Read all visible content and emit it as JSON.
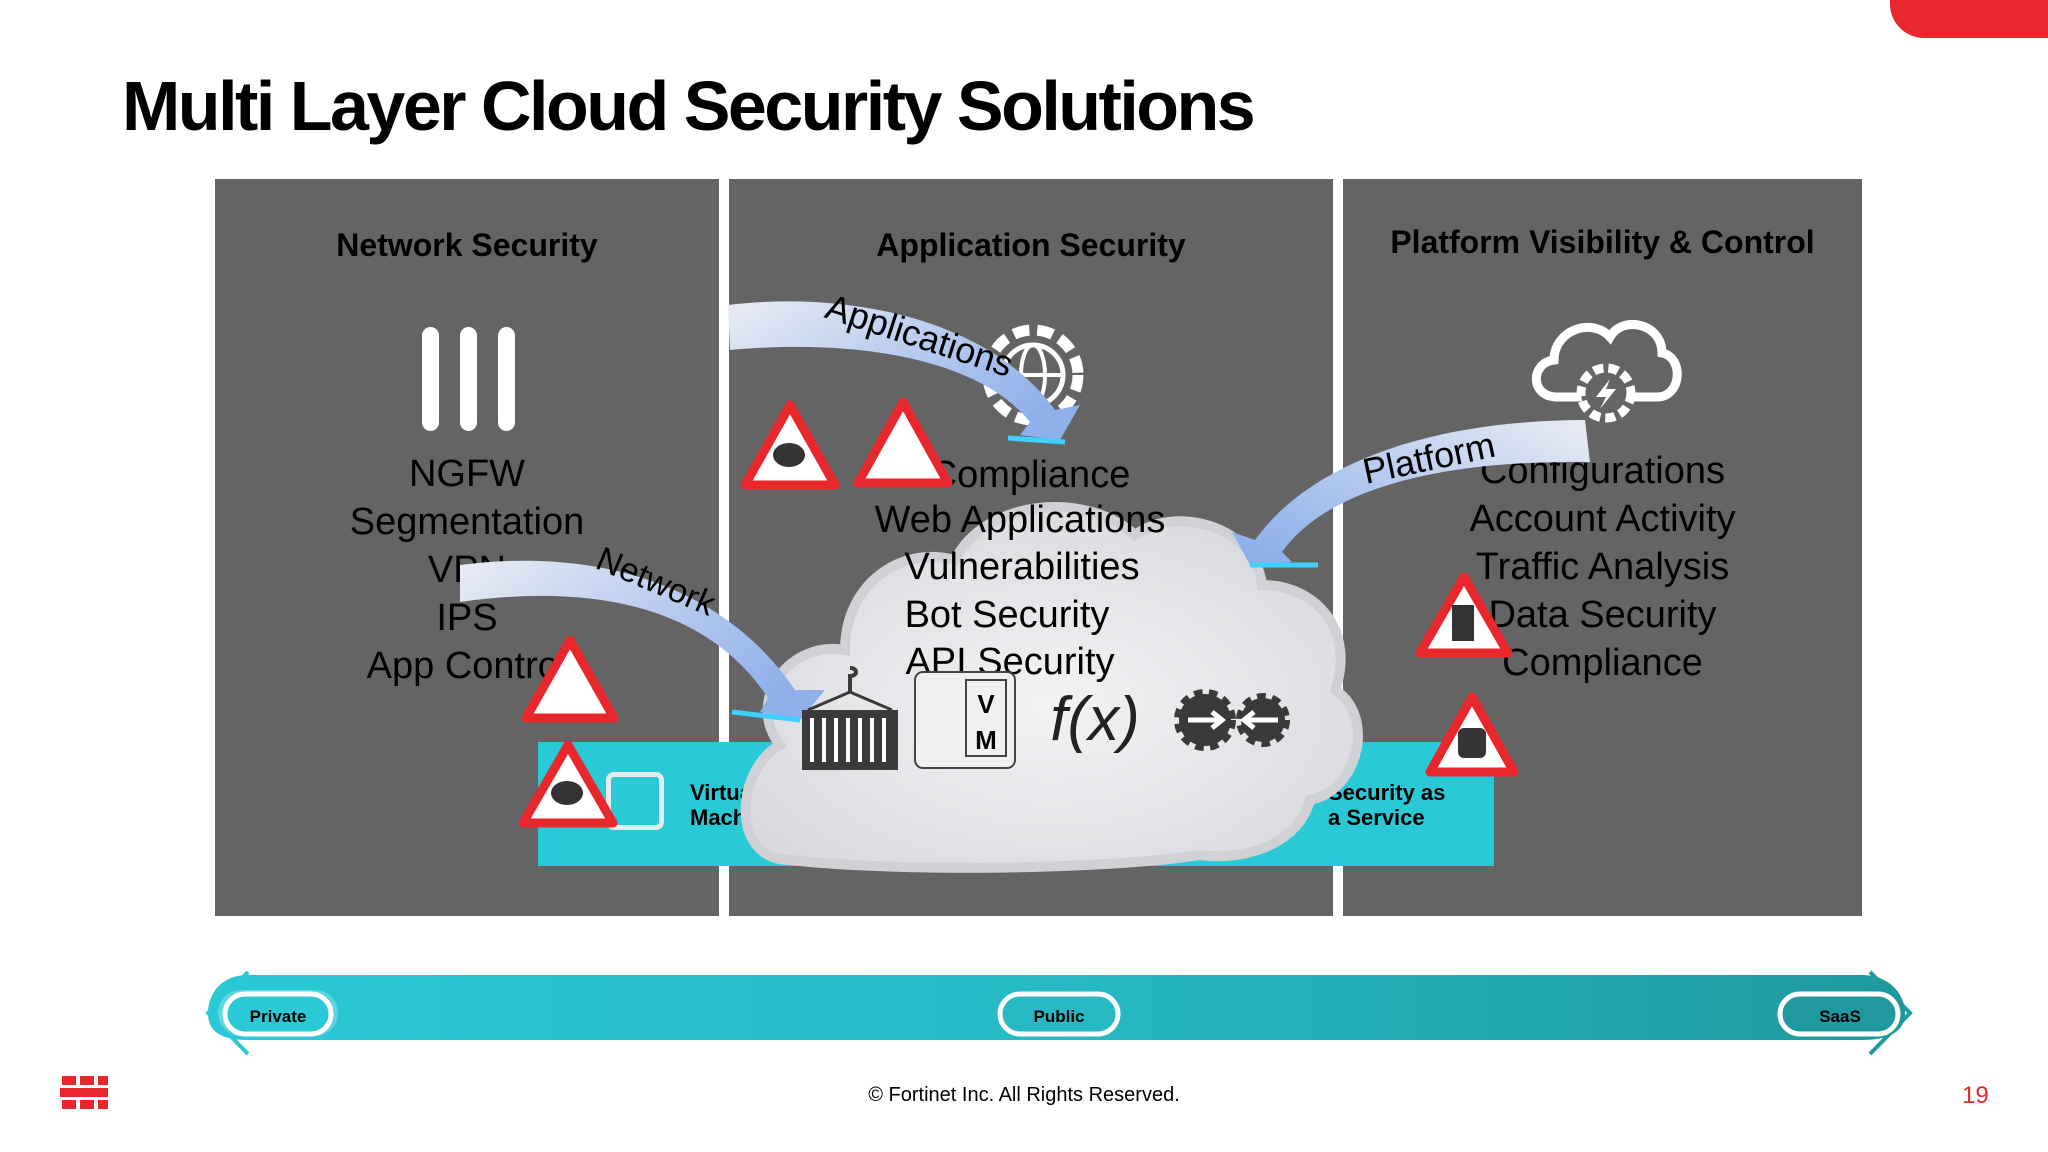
{
  "title": "Multi Layer Cloud Security Solutions",
  "panels": [
    {
      "title": "Network Security",
      "items": [
        "NGFW",
        "Segmentation",
        "VPN",
        "IPS",
        "App Control"
      ]
    },
    {
      "title": "Application Security",
      "items": [
        "Compliance",
        "Web Applications",
        "Vulnerabilities",
        "Bot Security",
        "API Security"
      ]
    },
    {
      "title": "Platform Visibility & Control",
      "items": [
        "Configurations",
        "Account Activity",
        "Traffic Analysis",
        "Data Security",
        "Compliance"
      ]
    }
  ],
  "arrows": {
    "network": "Network",
    "applications": "Applications",
    "platform": "Platform"
  },
  "band": {
    "left_label_1": "Virtual",
    "left_label_2": "Machine",
    "right_label_1": "Security as",
    "right_label_2": "a Service"
  },
  "cloud_icons": {
    "vm_line_1": "V",
    "vm_line_2": "M",
    "function_label": "f(x)"
  },
  "scale": {
    "private": "Private",
    "public": "Public",
    "saas": "SaaS"
  },
  "footer": {
    "copyright": "© Fortinet Inc. All Rights Reserved.",
    "page_number": "19"
  },
  "colors": {
    "accent_red": "#e8272c",
    "panel_gray": "#646464",
    "teal": "#2ac9d6",
    "arrow_blue": "#8fb0ea"
  }
}
